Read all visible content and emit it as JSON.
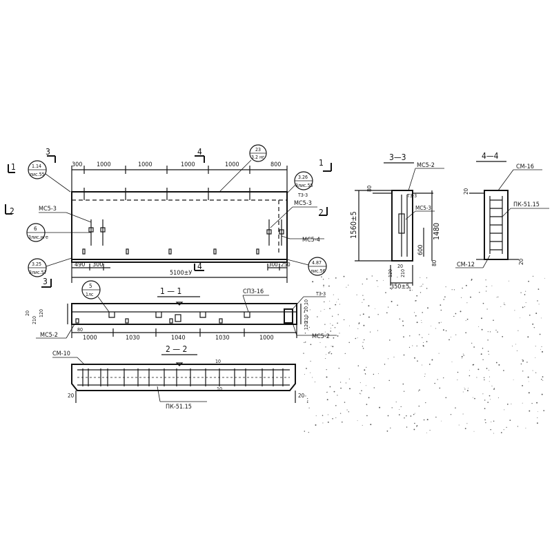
{
  "plan": {
    "dims_top": [
      "300",
      "1000",
      "1000",
      "1000",
      "1000",
      "800"
    ],
    "dims_bottom_left": [
      "490",
      "300"
    ],
    "overall_length": "5100±У",
    "dims_bottom_right": [
      "300",
      "250"
    ],
    "callouts": {
      "c_top": [
        "23",
        "3.2 нг"
      ],
      "c_topleft": [
        "1.14",
        "лис.55"
      ],
      "c_right1": [
        "3.26",
        "3лис.55"
      ],
      "c_6": [
        "6",
        "3лис.нге"
      ],
      "c_botleft": [
        "3.25",
        "3лис.57"
      ],
      "c_botright": [
        "4.87",
        "лис.56"
      ]
    },
    "labels": {
      "mcs3_left": "МС5-3",
      "mcs3_right": "МС5-3",
      "mcs4": "МС5-4",
      "t3": "Т3-3"
    },
    "section_marks": [
      "3",
      "4",
      "1",
      "1",
      "2",
      "2",
      "3",
      "4"
    ]
  },
  "section_1_1": {
    "title": "1 — 1",
    "callout": [
      "5",
      "1лс"
    ],
    "labels": {
      "spz": "СПЗ-16",
      "t3": "Т3-3",
      "mcs2_left": "МС5-2",
      "mcs2_right": "МС5-2"
    },
    "dims_bottom": [
      "1000",
      "1030",
      "1040",
      "1030",
      "1000"
    ],
    "dims_left": [
      "20",
      "210",
      "120"
    ],
    "dims_right": [
      "10",
      "20",
      "210",
      "120"
    ],
    "dim_80": "80"
  },
  "section_2_2": {
    "title": "2 — 2",
    "labels": {
      "cm10": "СМ-10",
      "pk": "ПК-51.15"
    },
    "dims": [
      "10",
      "10",
      "20",
      "20"
    ]
  },
  "section_3_3": {
    "title": "3—3",
    "labels": {
      "mcs2": "МС5-2",
      "mcs3": "МС5-3",
      "t3": "Т3-3"
    },
    "dims": [
      "80",
      "1560±5",
      "600",
      "1480",
      "80",
      "20",
      "210",
      "120",
      "350±5"
    ]
  },
  "section_4_4": {
    "title": "4—4",
    "labels": {
      "cm16": "СМ-16",
      "pk": "ПК-51.15",
      "cm12": "СМ-12"
    },
    "dims": [
      "20",
      "20"
    ]
  }
}
